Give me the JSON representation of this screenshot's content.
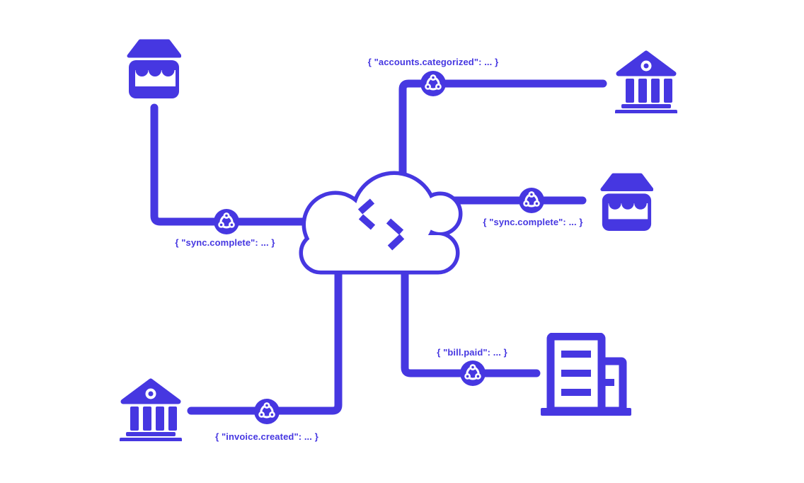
{
  "accent_color": "#4637E1",
  "background_color": "#FFFFFF",
  "diagram": {
    "center_node": {
      "type": "cloud-platform",
      "logo": "code-brackets-logo"
    },
    "nodes": {
      "top_left": {
        "type": "storefront"
      },
      "top_right": {
        "type": "bank"
      },
      "right": {
        "type": "storefront"
      },
      "bottom_right": {
        "type": "office-building"
      },
      "bottom_left": {
        "type": "bank"
      }
    },
    "connections": {
      "top": {
        "endpoint": "top_right",
        "icon": "webhook-icon",
        "label": "{ \"accounts.categorized\": ... }"
      },
      "left": {
        "endpoint": "top_left",
        "icon": "webhook-icon",
        "label": "{ \"sync.complete\": ... }"
      },
      "right": {
        "endpoint": "right",
        "icon": "webhook-icon",
        "label": "{ \"sync.complete\": ... }"
      },
      "bottom_right": {
        "endpoint": "bottom_right",
        "icon": "webhook-icon",
        "label": "{ \"bill.paid\": ... }"
      },
      "bottom_left": {
        "endpoint": "bottom_left",
        "icon": "webhook-icon",
        "label": "{ \"invoice.created\": ... }"
      }
    }
  }
}
